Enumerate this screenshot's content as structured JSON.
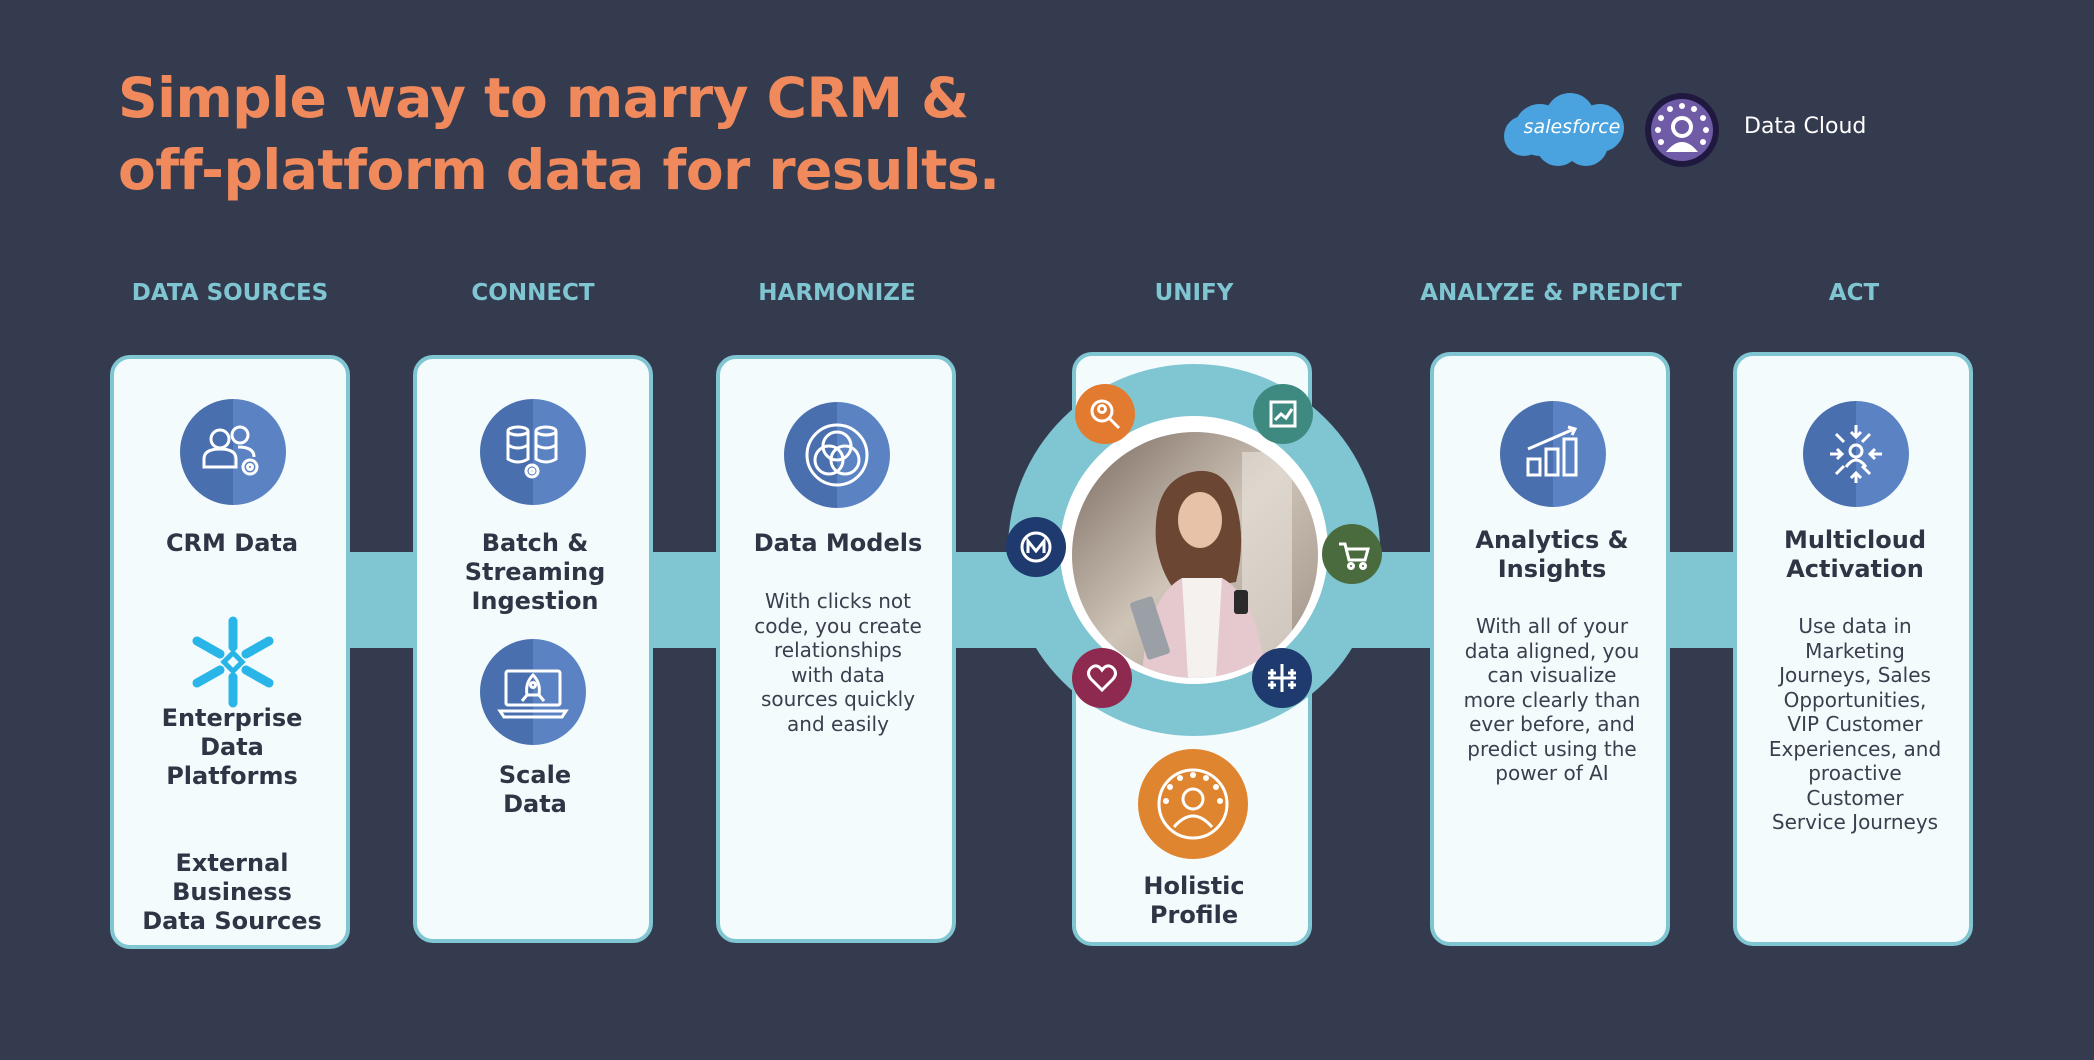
{
  "header": {
    "title_line1": "Simple way to marry CRM &",
    "title_line2": "off-platform data for results.",
    "brand_logo_text": "salesforce",
    "product_name": "Data Cloud"
  },
  "columns": [
    {
      "heading": "DATA SOURCES"
    },
    {
      "heading": "CONNECT"
    },
    {
      "heading": "HARMONIZE"
    },
    {
      "heading": "UNIFY"
    },
    {
      "heading": "ANALYZE & PREDICT"
    },
    {
      "heading": "ACT"
    }
  ],
  "data_sources": {
    "crm": "CRM Data",
    "enterprise_line1": "Enterprise",
    "enterprise_line2": "Data",
    "enterprise_line3": "Platforms",
    "external_line1": "External",
    "external_line2": "Business",
    "external_line3": "Data Sources"
  },
  "connect": {
    "batch_line1": "Batch &",
    "batch_line2": "Streaming",
    "batch_line3": "Ingestion",
    "scale_line1": "Scale",
    "scale_line2": "Data"
  },
  "harmonize": {
    "label": "Data Models",
    "desc_lines": [
      "With clicks not",
      "code, you create",
      "relationships",
      "with data",
      "sources quickly",
      "and easily"
    ]
  },
  "unify": {
    "label_line1": "Holistic",
    "label_line2": "Profile"
  },
  "analyze": {
    "label_line1": "Analytics &",
    "label_line2": "Insights",
    "desc_lines": [
      "With all of your",
      "data aligned, you",
      "can visualize",
      "more clearly than",
      "ever before, and",
      "predict using the",
      "power of AI"
    ]
  },
  "act": {
    "label_line1": "Multicloud",
    "label_line2": "Activation",
    "desc_lines": [
      "Use data in",
      "Marketing",
      "Journeys, Sales",
      "Opportunities,",
      "VIP Customer",
      "Experiences, and",
      "proactive",
      "Customer",
      "Service Journeys"
    ]
  },
  "colors": {
    "background": "#343b4e",
    "title": "#f08a5d",
    "accent_teal": "#7fc6d2",
    "card_bg": "#f3fbfd",
    "icon_blue": "#5b83c4",
    "profile_orange": "#e0852f"
  }
}
